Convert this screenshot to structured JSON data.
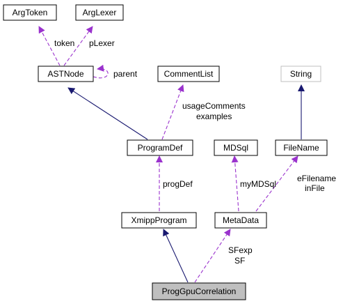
{
  "colors": {
    "inheritance_edge": "#191970",
    "usage_edge": "#9a32cd",
    "node_border": "#000000",
    "external_node_border": "#bfbfbf",
    "current_node_fill": "#bfbfbf"
  },
  "nodes": {
    "argtoken": {
      "label": "ArgToken"
    },
    "arglexer": {
      "label": "ArgLexer"
    },
    "astnode": {
      "label": "ASTNode"
    },
    "commentlist": {
      "label": "CommentList"
    },
    "string": {
      "label": "String"
    },
    "programdef": {
      "label": "ProgramDef"
    },
    "mdsql": {
      "label": "MDSql"
    },
    "filename": {
      "label": "FileName"
    },
    "xmippprogram": {
      "label": "XmippProgram"
    },
    "metadata": {
      "label": "MetaData"
    },
    "proggpucorrelation": {
      "label": "ProgGpuCorrelation"
    }
  },
  "edge_labels": {
    "token": "token",
    "plexer": "pLexer",
    "parent": "parent",
    "usagecomments": "usageComments",
    "examples": "examples",
    "progdef": "progDef",
    "mymdsql": "myMDSql",
    "efilename": "eFilename",
    "infile": "inFile",
    "sfexp": "SFexp",
    "sf": "SF"
  },
  "edges": [
    {
      "from": "argtoken",
      "to": "astnode",
      "kind": "usage",
      "labels": [
        "token"
      ]
    },
    {
      "from": "arglexer",
      "to": "astnode",
      "kind": "usage",
      "labels": [
        "pLexer"
      ]
    },
    {
      "from": "astnode",
      "to": "astnode",
      "kind": "usage",
      "labels": [
        "parent"
      ]
    },
    {
      "from": "astnode",
      "to": "programdef",
      "kind": "inheritance",
      "labels": []
    },
    {
      "from": "commentlist",
      "to": "programdef",
      "kind": "usage",
      "labels": [
        "usageComments",
        "examples"
      ]
    },
    {
      "from": "string",
      "to": "filename",
      "kind": "inheritance",
      "labels": []
    },
    {
      "from": "programdef",
      "to": "xmippprogram",
      "kind": "usage",
      "labels": [
        "progDef"
      ]
    },
    {
      "from": "mdsql",
      "to": "metadata",
      "kind": "usage",
      "labels": [
        "myMDSql"
      ]
    },
    {
      "from": "filename",
      "to": "metadata",
      "kind": "usage",
      "labels": [
        "eFilename",
        "inFile"
      ]
    },
    {
      "from": "xmippprogram",
      "to": "proggpucorrelation",
      "kind": "inheritance",
      "labels": []
    },
    {
      "from": "metadata",
      "to": "proggpucorrelation",
      "kind": "usage",
      "labels": [
        "SFexp",
        "SF"
      ]
    }
  ]
}
